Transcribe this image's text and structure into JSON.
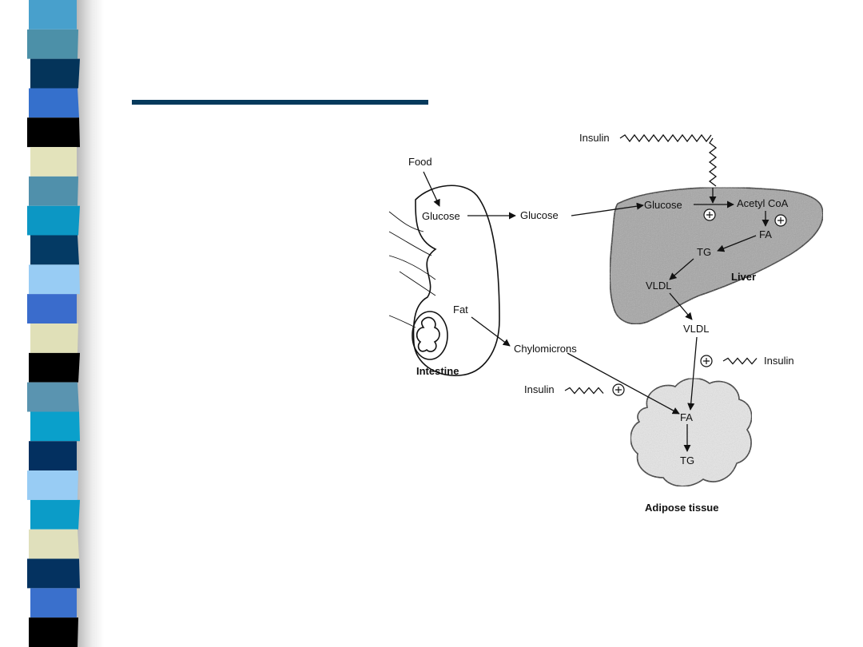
{
  "slide": {
    "stripe_colors": [
      "#48a0cc",
      "#4c90a8",
      "#04345a",
      "#3570cc",
      "#000000",
      "#e3e3bb",
      "#5090ab",
      "#0c97c4",
      "#043a64",
      "#98ccf4",
      "#3a6ccc",
      "#e0e0b8",
      "#000000",
      "#5a94b0",
      "#0aa0cb",
      "#033060",
      "#98ccf4",
      "#0b9cc8",
      "#e0e0bc",
      "#043260",
      "#3a70cc",
      "#000000"
    ]
  },
  "diagram": {
    "insulin_top": "Insulin",
    "food": "Food",
    "glucose_intestine": "Glucose",
    "glucose_middle": "Glucose",
    "glucose_liver": "Glucose",
    "acetyl_coa": "Acetyl CoA",
    "fa_liver": "FA",
    "tg_liver": "TG",
    "vldl_liver": "VLDL",
    "liver": "Liver",
    "fat": "Fat",
    "vldl_middle": "VLDL",
    "chylomicrons": "Chylomicrons",
    "intestine": "Intestine",
    "insulin_right": "Insulin",
    "insulin_left": "Insulin",
    "fa_adipose": "FA",
    "tg_adipose": "TG",
    "adipose": "Adipose tissue"
  }
}
